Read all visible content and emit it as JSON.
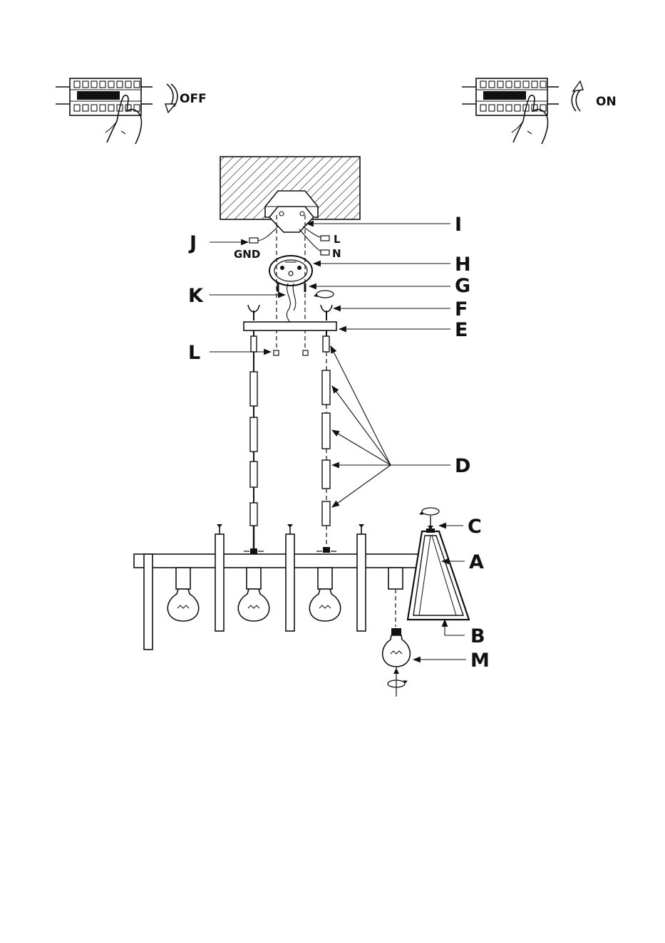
{
  "switches": {
    "off_label": "OFF",
    "on_label": "ON"
  },
  "parts": {
    "I": "I",
    "J": "J",
    "GND": "GND",
    "L_wire": "L",
    "N_wire": "N",
    "H": "H",
    "G": "G",
    "K": "K",
    "F": "F",
    "E": "E",
    "L": "L",
    "D": "D",
    "C": "C",
    "A": "A",
    "B": "B",
    "M": "M"
  },
  "icons": [
    "breaker-panel-icon",
    "hand-icon",
    "arrow-down-icon",
    "arrow-up-icon",
    "rotate-icon",
    "bulb-icon"
  ]
}
